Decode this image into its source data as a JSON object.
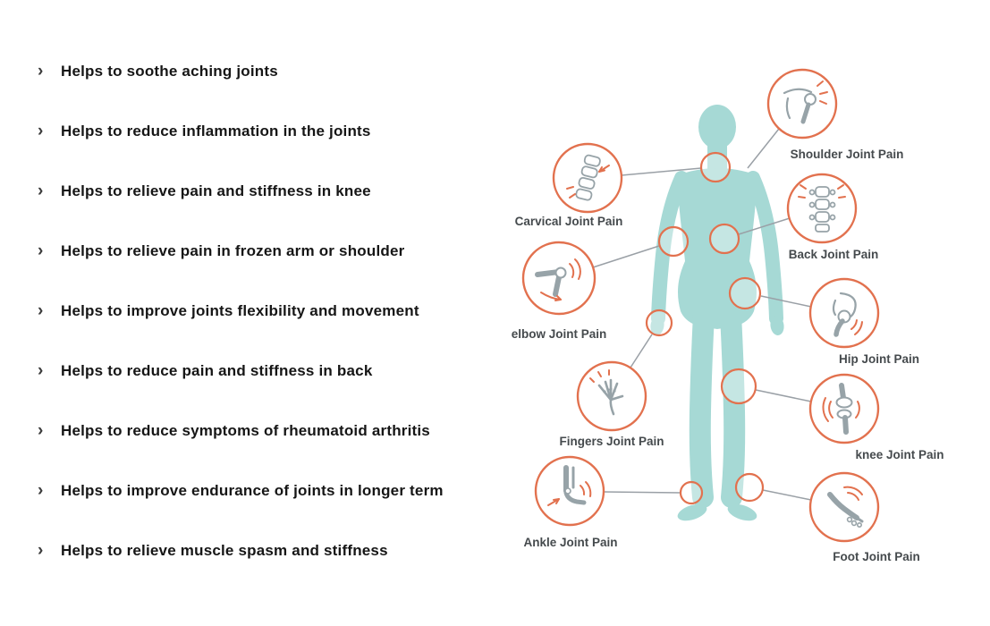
{
  "benefits": {
    "bullet": "›",
    "items": [
      "Helps to soothe aching joints",
      "Helps to reduce inflammation in the joints",
      "Helps to relieve pain and stiffness in knee",
      "Helps to relieve pain in frozen arm or shoulder",
      "Helps to improve joints flexibility and movement",
      "Helps to reduce pain and stiffness in back",
      "Helps to reduce symptoms of rheumatoid arthritis",
      "Helps to improve endurance of joints in longer term",
      "Helps to relieve muscle spasm and stiffness"
    ]
  },
  "diagram": {
    "callouts": [
      {
        "id": "shoulder",
        "label": "Shoulder Joint Pain"
      },
      {
        "id": "cervical",
        "label": "Carvical Joint Pain"
      },
      {
        "id": "back",
        "label": "Back Joint Pain"
      },
      {
        "id": "elbow",
        "label": "elbow Joint Pain"
      },
      {
        "id": "hip",
        "label": "Hip Joint Pain"
      },
      {
        "id": "fingers",
        "label": "Fingers Joint Pain"
      },
      {
        "id": "knee",
        "label": "knee Joint Pain"
      },
      {
        "id": "ankle",
        "label": "Ankle Joint Pain"
      },
      {
        "id": "foot",
        "label": "Foot Joint Pain"
      }
    ],
    "colors": {
      "body": "#a6d9d5",
      "accent": "#e2714e",
      "connector": "#9aa0a6",
      "icon_stroke": "#97a3a8",
      "label_text": "#454a4d"
    }
  }
}
